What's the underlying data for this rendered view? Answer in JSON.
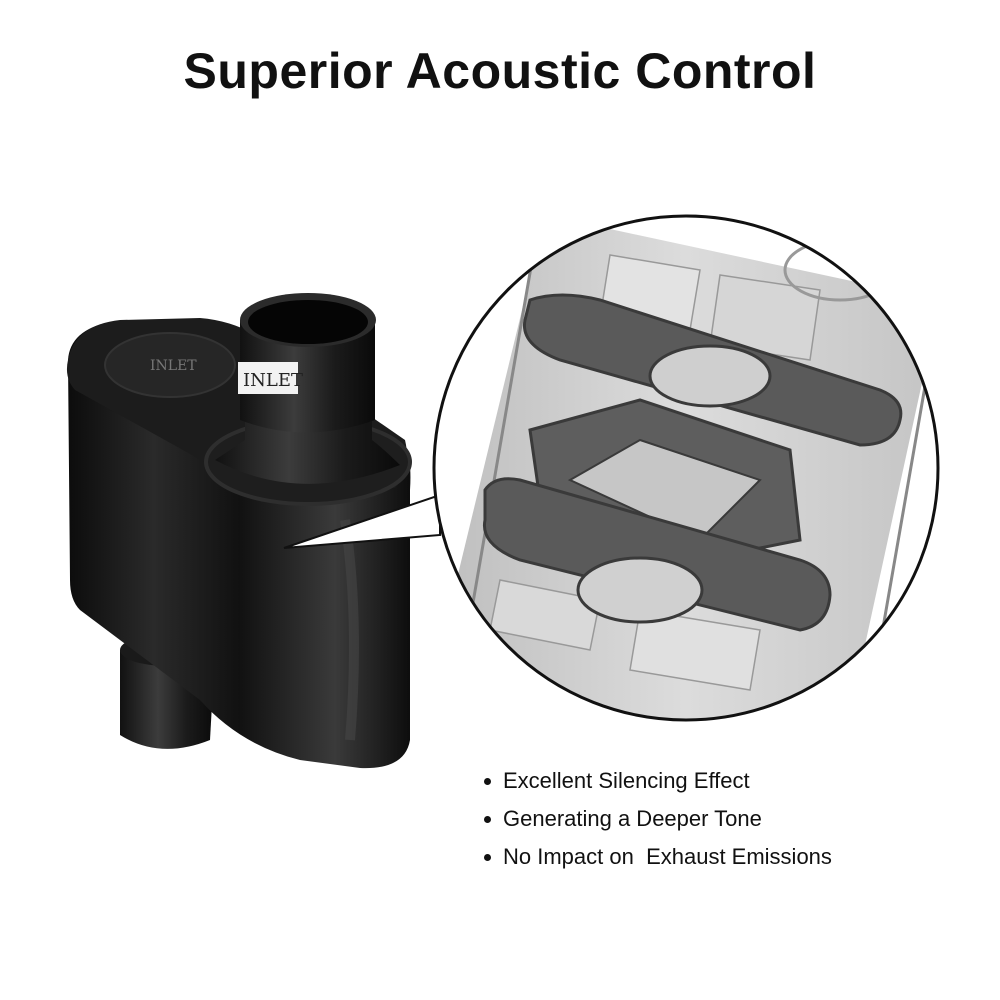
{
  "headline": "Superior Acoustic Control",
  "product": {
    "inlet_label": "INLET",
    "lid_emboss": "INLET"
  },
  "features": [
    "Excellent Silencing Effect",
    "Generating a Deeper Tone",
    "No Impact on  Exhaust Emissions"
  ],
  "colors": {
    "muffler_body": "#141414",
    "background": "#ffffff",
    "cutaway_baffle": "#5a5a5a",
    "cutaway_wall": "#cfcfcf"
  }
}
